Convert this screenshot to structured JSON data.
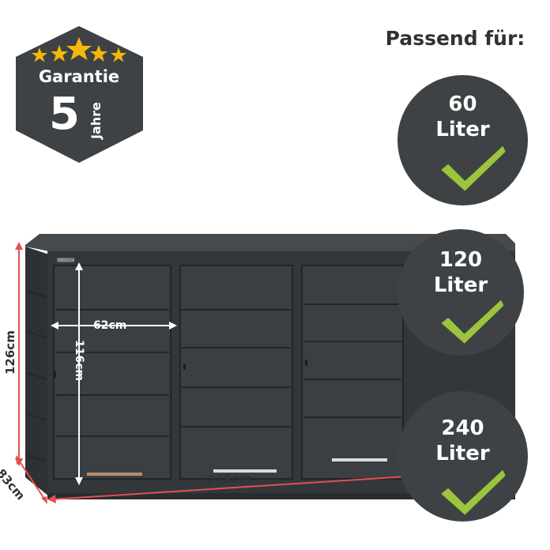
{
  "header": {
    "passend_label": "Passend für:"
  },
  "guarantee": {
    "label": "Garantie",
    "years": "5",
    "years_unit": "Jahre",
    "stars": 5
  },
  "badges": [
    {
      "size": "60",
      "unit": "Liter"
    },
    {
      "size": "120",
      "unit": "Liter"
    },
    {
      "size": "240",
      "unit": "Liter"
    }
  ],
  "product": {
    "plate_text": "MBOX24"
  },
  "dimensions": {
    "inner_width": "62cm",
    "inner_height": "116cm",
    "total_height": "126cm",
    "depth": "83cm",
    "total_width": "278cm"
  },
  "colors": {
    "body": "#3a3d40",
    "hexagon": "#3e4245",
    "star": "#f5b70b",
    "check": "#9bc53d",
    "measure": "#e25050"
  }
}
